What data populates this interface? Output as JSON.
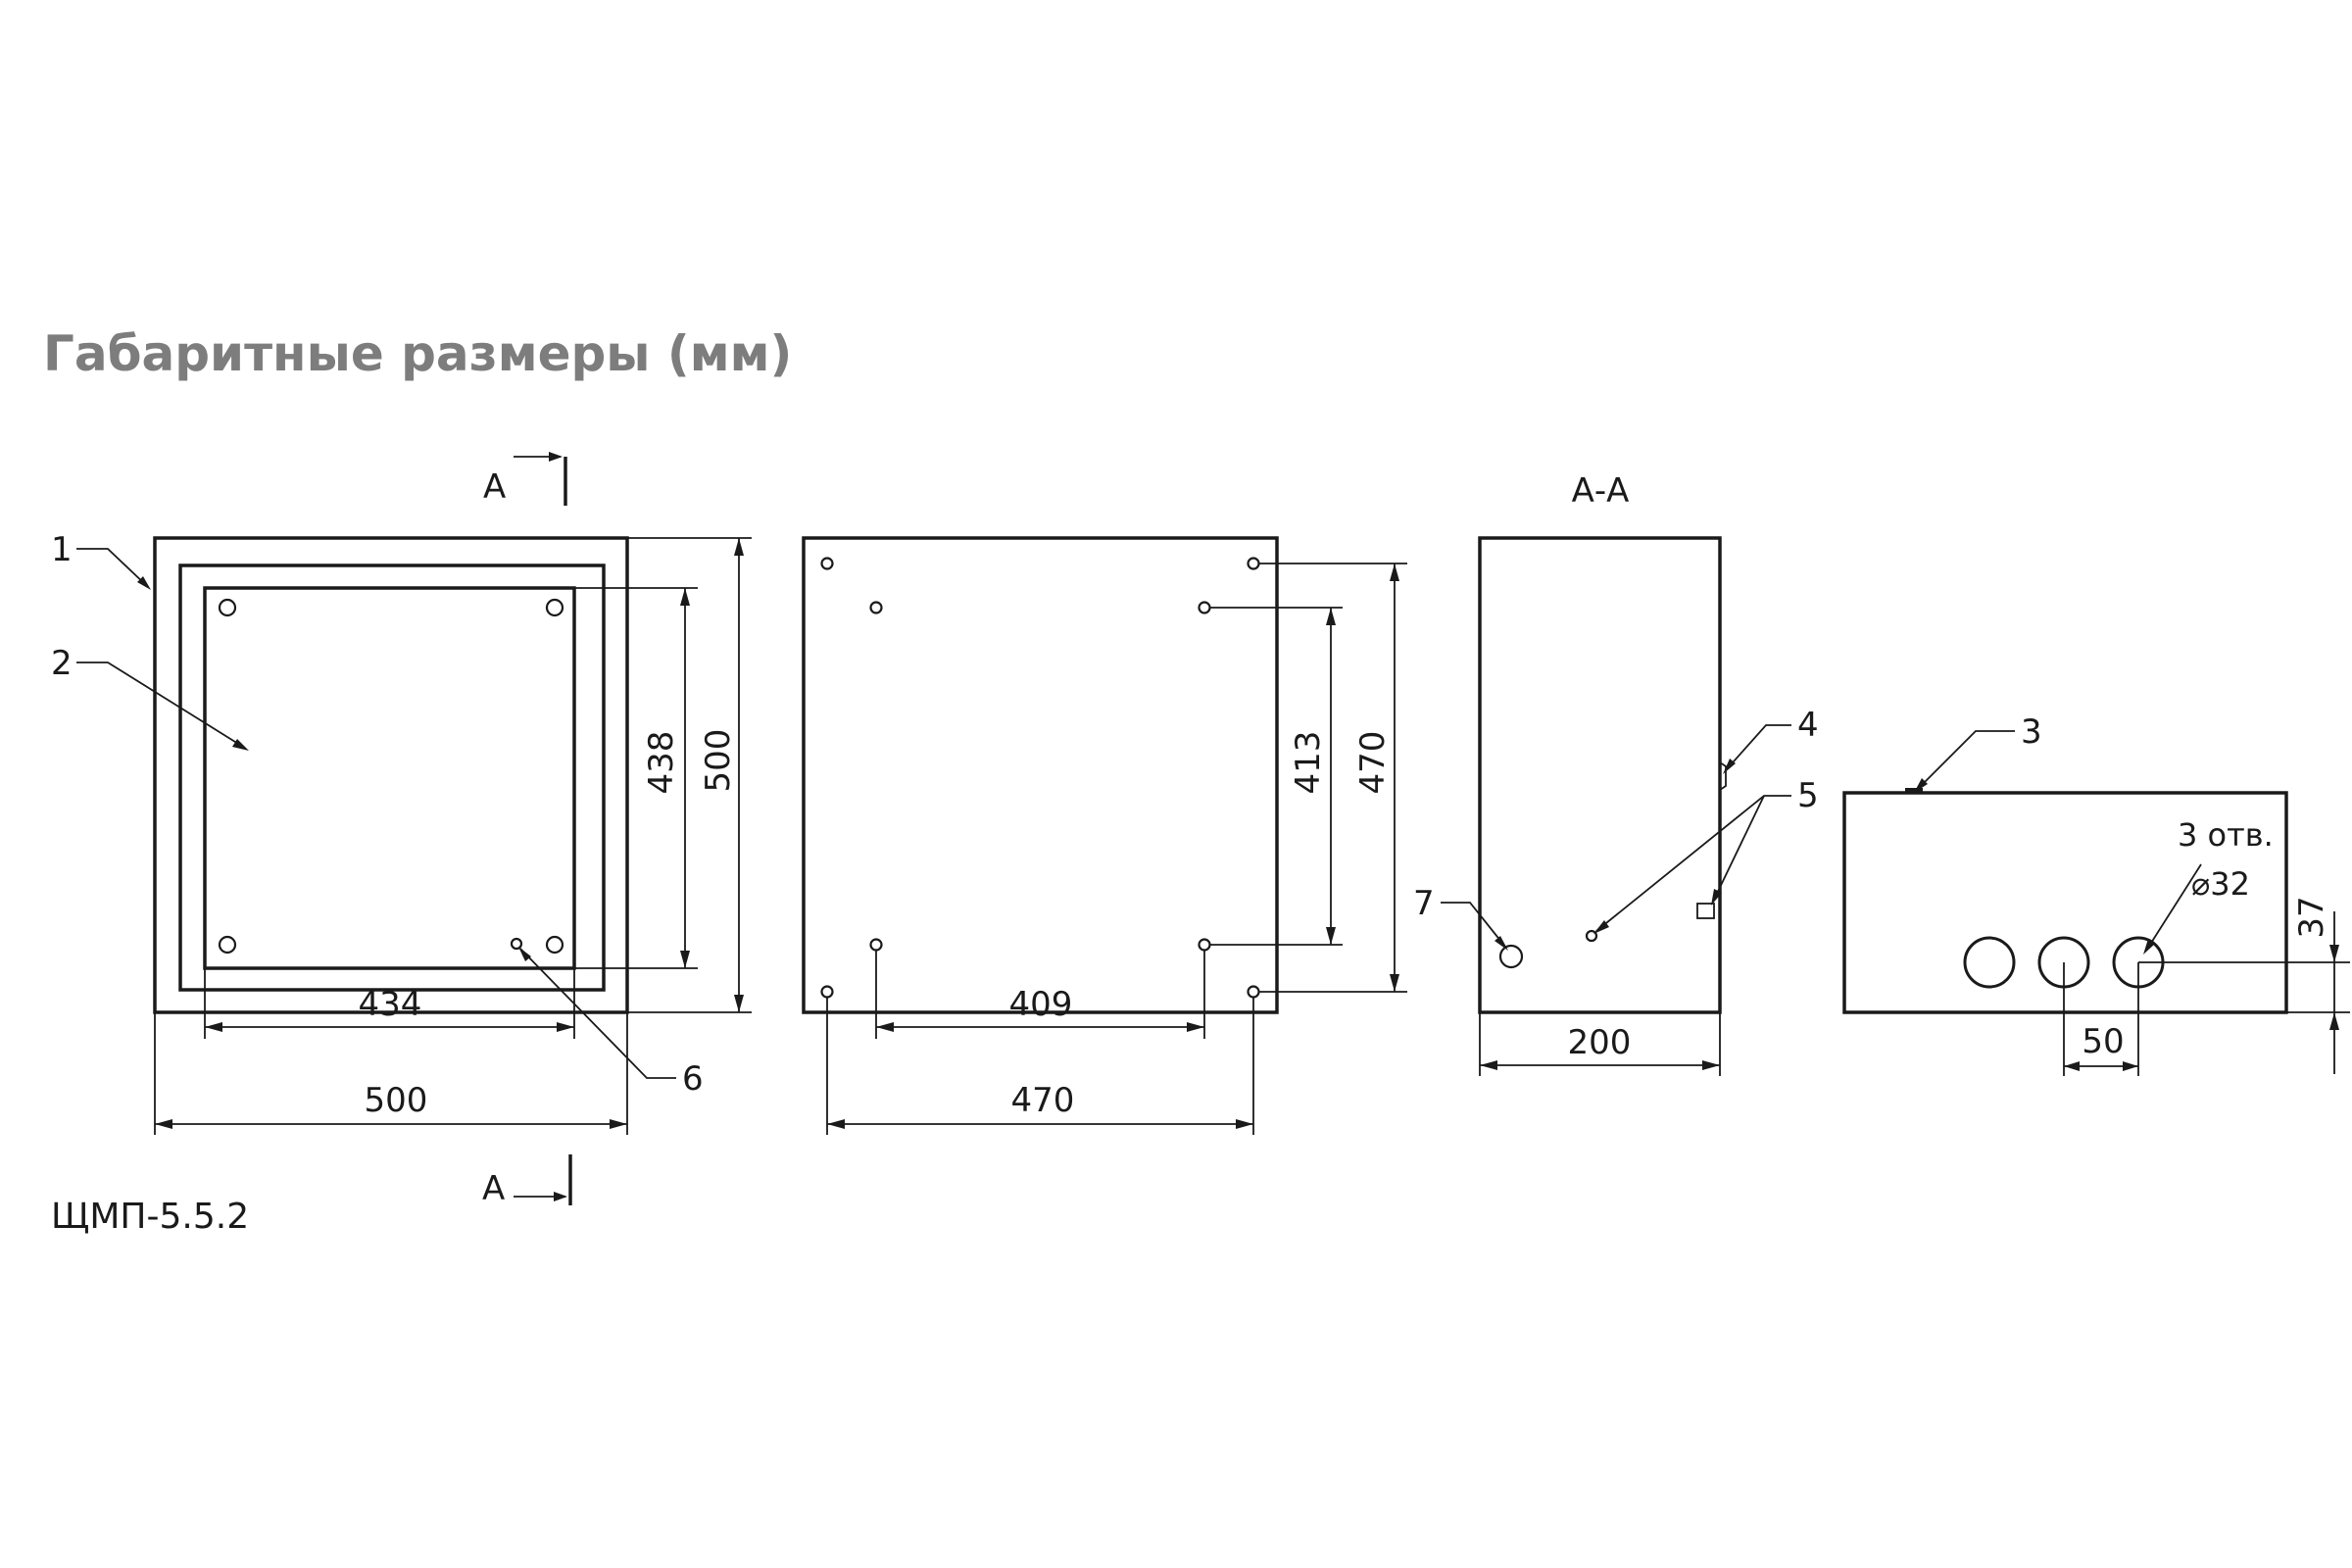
{
  "title": "Габаритные размеры (мм)",
  "model": "ЩМП-5.5.2",
  "section_marks": {
    "letter": "А",
    "section_view": "А-А"
  },
  "callouts": [
    "1",
    "2",
    "3",
    "4",
    "5",
    "6",
    "7"
  ],
  "front_view": {
    "inner_width": "434",
    "outer_width": "500",
    "inner_height": "438",
    "outer_height": "500"
  },
  "rear_view": {
    "inner_width": "409",
    "outer_width": "470",
    "inner_height": "413",
    "outer_height": "470"
  },
  "side_view": {
    "depth": "200"
  },
  "bottom_view": {
    "holes_note": "3 отв.",
    "hole_diameter": "⌀32",
    "hole_spacing": "50",
    "hole_offset": "37"
  }
}
